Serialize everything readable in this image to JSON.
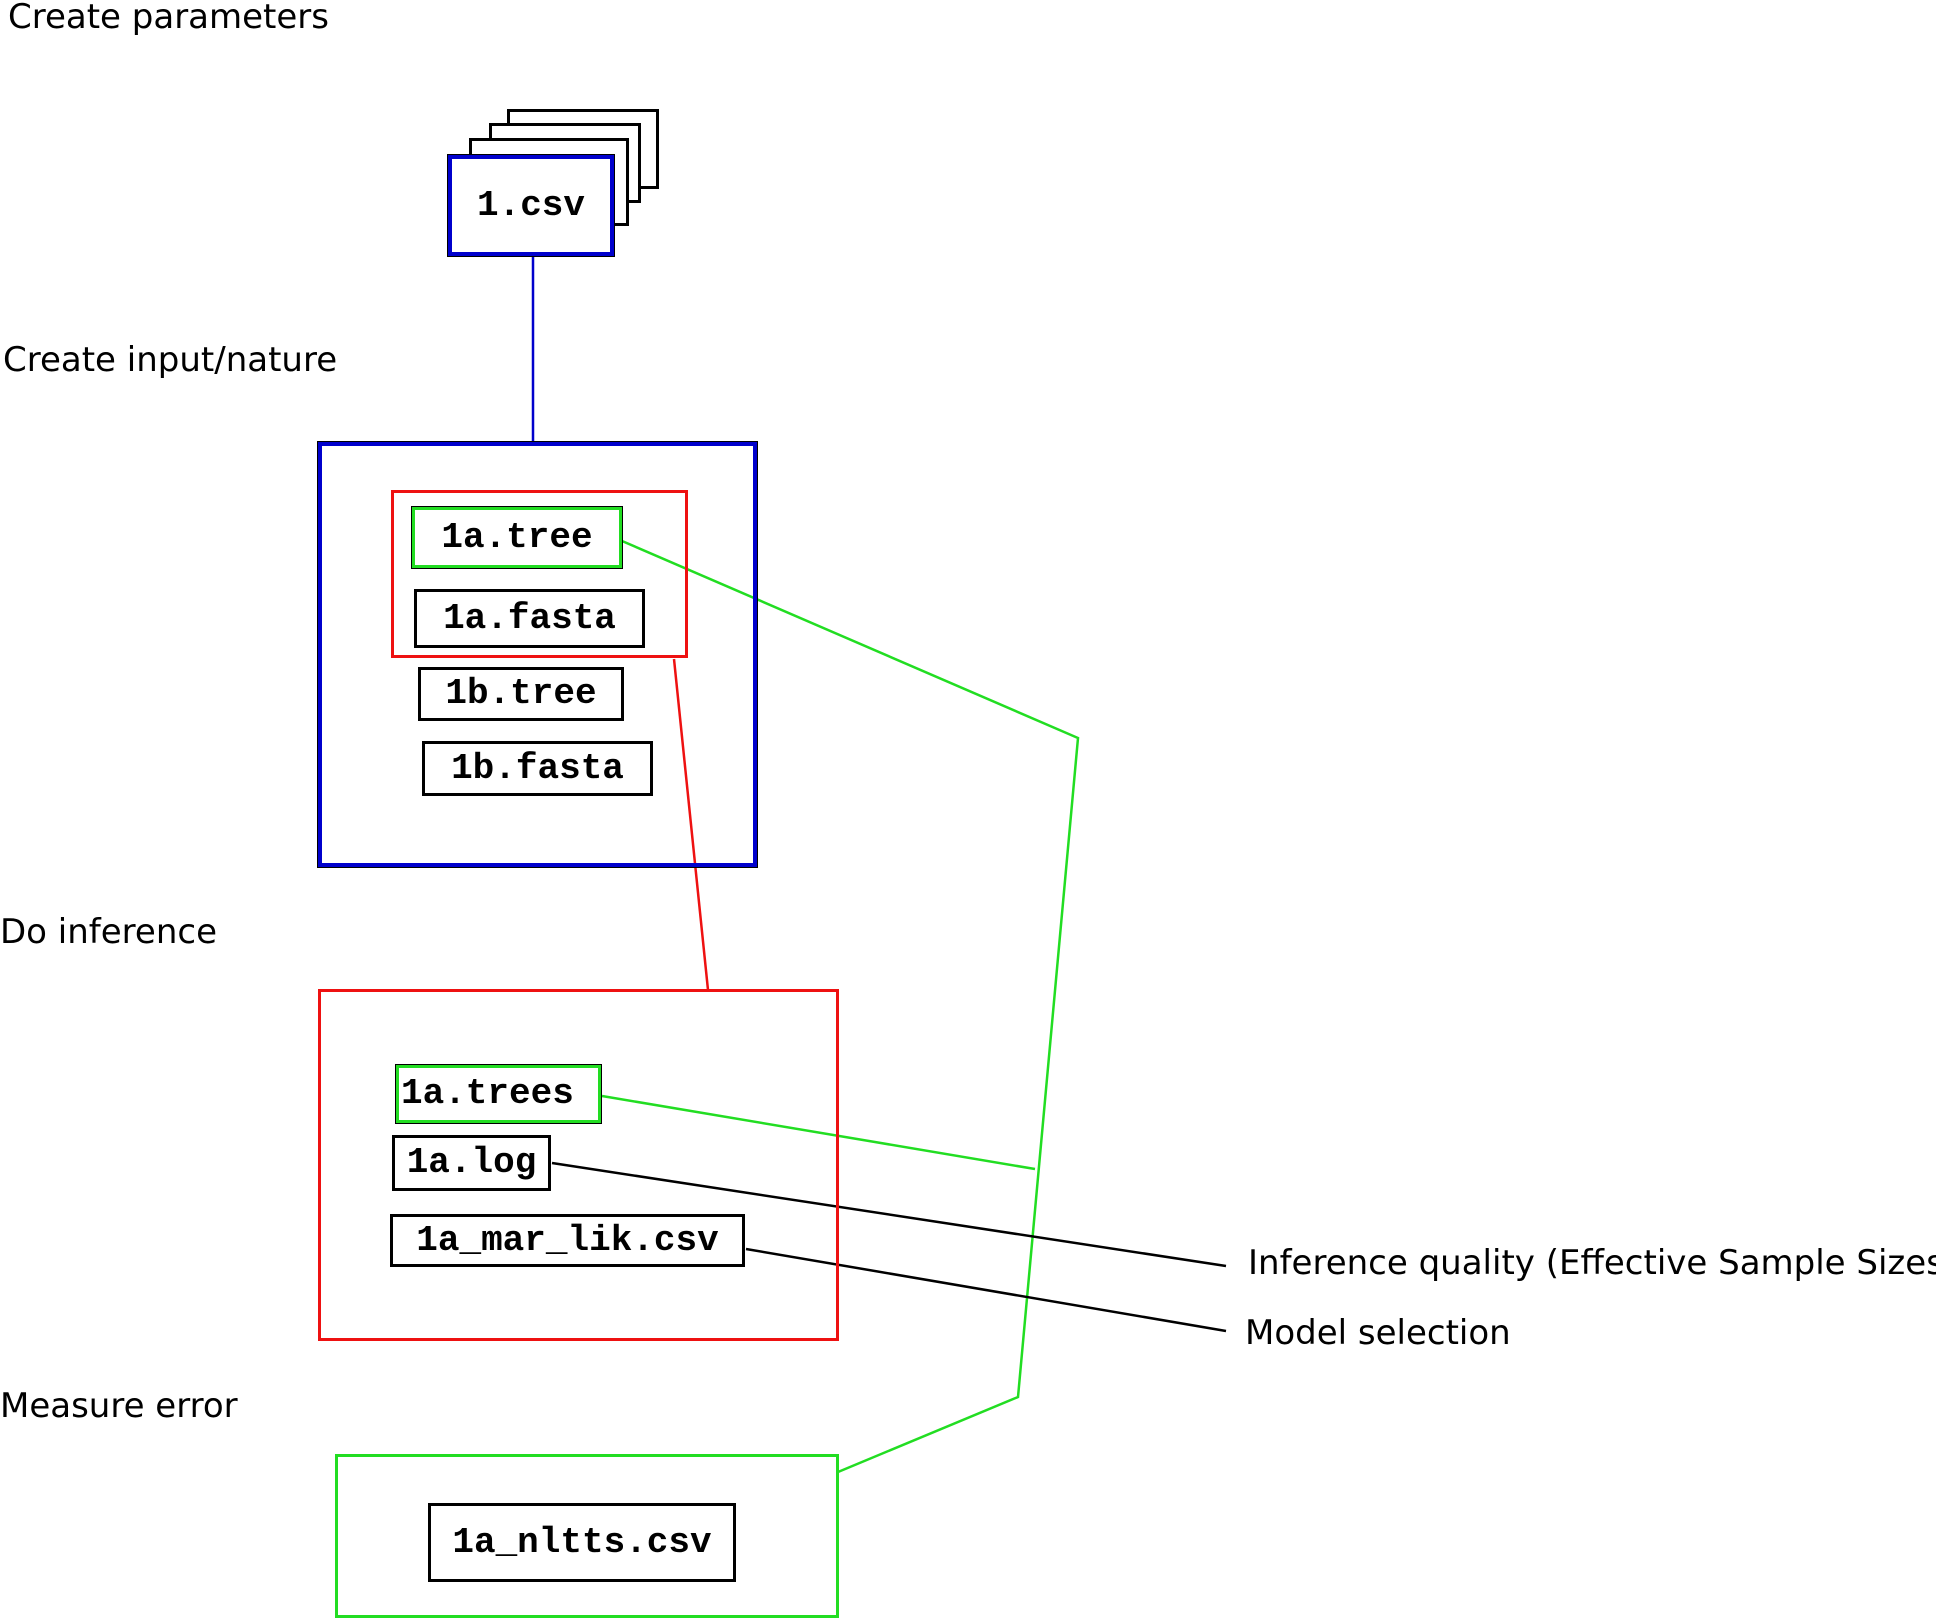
{
  "stages": {
    "create_parameters": "Create parameters",
    "create_input_nature": "Create input/nature",
    "do_inference": "Do inference",
    "measure_error": "Measure error"
  },
  "files": {
    "parameters_csv": "1.csv",
    "tree_1a": "1a.tree",
    "fasta_1a": "1a.fasta",
    "tree_1b": "1b.tree",
    "fasta_1b": "1b.fasta",
    "trees_1a": "1a.trees",
    "log_1a": "1a.log",
    "mar_lik_1a": "1a_mar_lik.csv",
    "nltts_1a": "1a_nltts.csv"
  },
  "outputs": {
    "inference_quality": "Inference quality (Effective Sample Sizes)",
    "model_selection": "Model selection"
  },
  "colors": {
    "parameters": "#0000cc",
    "inference": "#ee1111",
    "error": "#22dd22",
    "neutral": "#000000"
  }
}
